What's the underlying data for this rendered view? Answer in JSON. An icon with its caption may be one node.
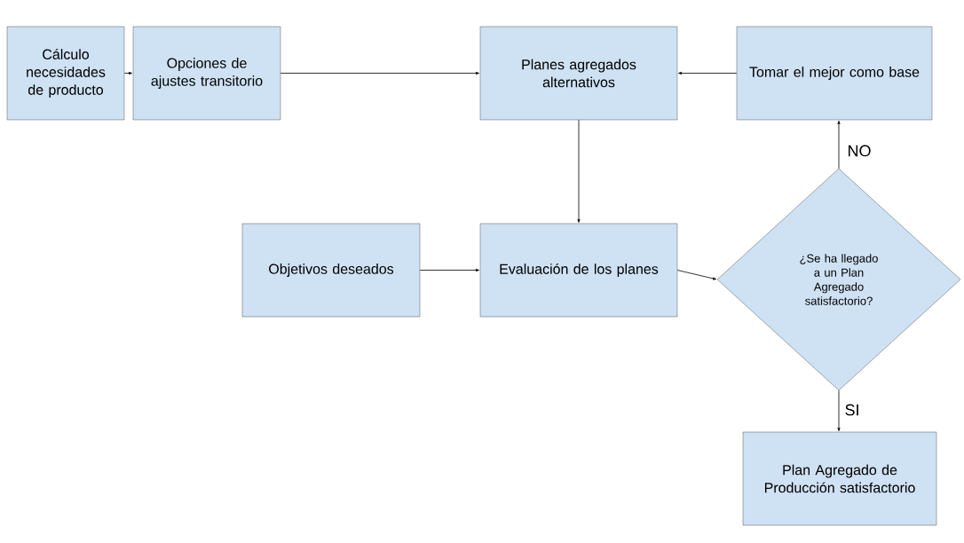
{
  "diagram": {
    "nodes": [
      {
        "text": [
          "Cálculo necesidades de producto"
        ]
      },
      {
        "text": [
          "Opciones de ajustes transitorio"
        ]
      },
      {
        "text": [
          "Planes agregados alternativos"
        ]
      },
      {
        "text": [
          "Tomar el mejor como base"
        ]
      },
      {
        "text": [
          "Objetivos deseados"
        ]
      },
      {
        "text": [
          "Evaluación de los planes"
        ]
      },
      {
        "text": [
          "¿Se ha llegado a un Plan Agregado satisfactorio?"
        ]
      },
      {
        "text": [
          "Plan Agregado de Producción satisfactorio"
        ]
      }
    ],
    "edges": [
      {
        "from": 0,
        "to": 1,
        "arrow": "to"
      },
      {
        "from": 1,
        "to": 2,
        "arrow": "to"
      },
      {
        "from": 3,
        "to": 2,
        "arrow": "to"
      },
      {
        "from": 2,
        "to": 5,
        "arrow": "to"
      },
      {
        "from": 4,
        "to": 5,
        "arrow": "to"
      },
      {
        "from": 5,
        "to": 6,
        "arrow": "to"
      },
      {
        "from": 6,
        "to": 3,
        "arrow": "to",
        "label": "NO"
      },
      {
        "from": 6,
        "to": 7,
        "arrow": "to",
        "label": "SI"
      }
    ]
  }
}
